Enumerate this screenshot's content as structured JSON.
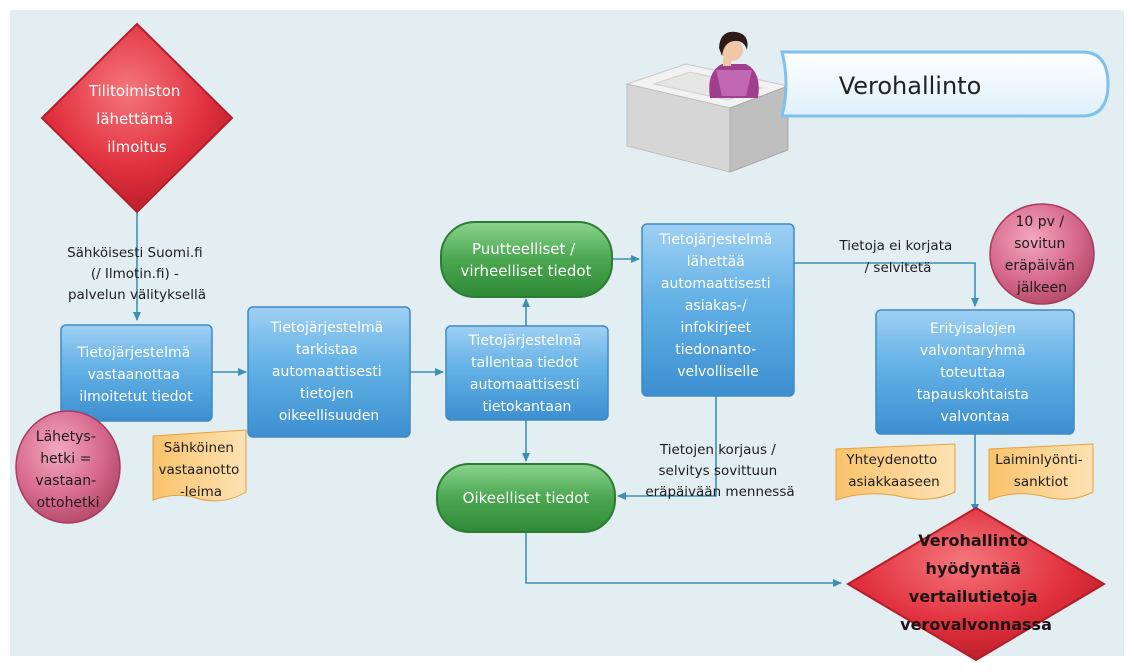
{
  "title": "Verohallinto",
  "start_diamond": [
    "Tilitoimiston",
    "lähettämä",
    "ilmoitus"
  ],
  "end_diamond": [
    "Verohallinto",
    "hyödyntää",
    "vertailutietoja",
    "verovalvonnassa"
  ],
  "edge_label_top": [
    "Sähköisesti Suomi.fi",
    "(/ Ilmotin.fi) -",
    "palvelun välityksellä"
  ],
  "box_receive": [
    "Tietojärjestelmä",
    "vastaanottaa",
    "ilmoitetut tiedot"
  ],
  "box_check": [
    "Tietojärjestelmä",
    "tarkistaa",
    "automaattisesti",
    "tietojen",
    "oikeellisuuden"
  ],
  "box_store": [
    "Tietojärjestelmä",
    "tallentaa tiedot",
    "automaattisesti",
    "tietokantaan"
  ],
  "box_send": [
    "Tietojärjestelmä",
    "lähettää",
    "automaattisesti",
    "asiakas-/",
    "infokirjeet",
    "tiedonanto-",
    "velvolliselle"
  ],
  "box_control": [
    "Erityisalojen",
    "valvontaryhmä",
    "toteuttaa",
    "tapauskohtaista",
    "valvontaa"
  ],
  "green_faulty": [
    "Puutteelliset /",
    "virheelliset tiedot"
  ],
  "green_correct": [
    "Oikeelliset tiedot"
  ],
  "circle_sent": [
    "Lähetys-",
    "hetki =",
    "vastaan-",
    "ottohetki"
  ],
  "circle_deadline": [
    "10 pv /",
    "sovitun",
    "eräpäivän",
    "jälkeen"
  ],
  "doc_stamp": [
    "Sähköinen",
    "vastaanotto",
    "-leima"
  ],
  "doc_contact": [
    "Yhteydenotto",
    "asiakkaaseen"
  ],
  "doc_sanction": [
    "Laiminlyönti-",
    "sanktiot"
  ],
  "label_not_fixed": [
    "Tietoja ei korjata",
    "/ selvitetä"
  ],
  "label_fixed": [
    "Tietojen korjaus /",
    "selvitys sovittuun",
    "eräpäivään mennessä"
  ],
  "colors": {
    "background": "#e3eef3",
    "box_fill": "#5aa9e0",
    "box_border": "#3f89c3",
    "green": "#4aa750",
    "diamond_red": "#e0303d",
    "circle_pink": "#c94a73",
    "doc_orange": "#f7b24a",
    "connector": "#3d8fb3"
  }
}
